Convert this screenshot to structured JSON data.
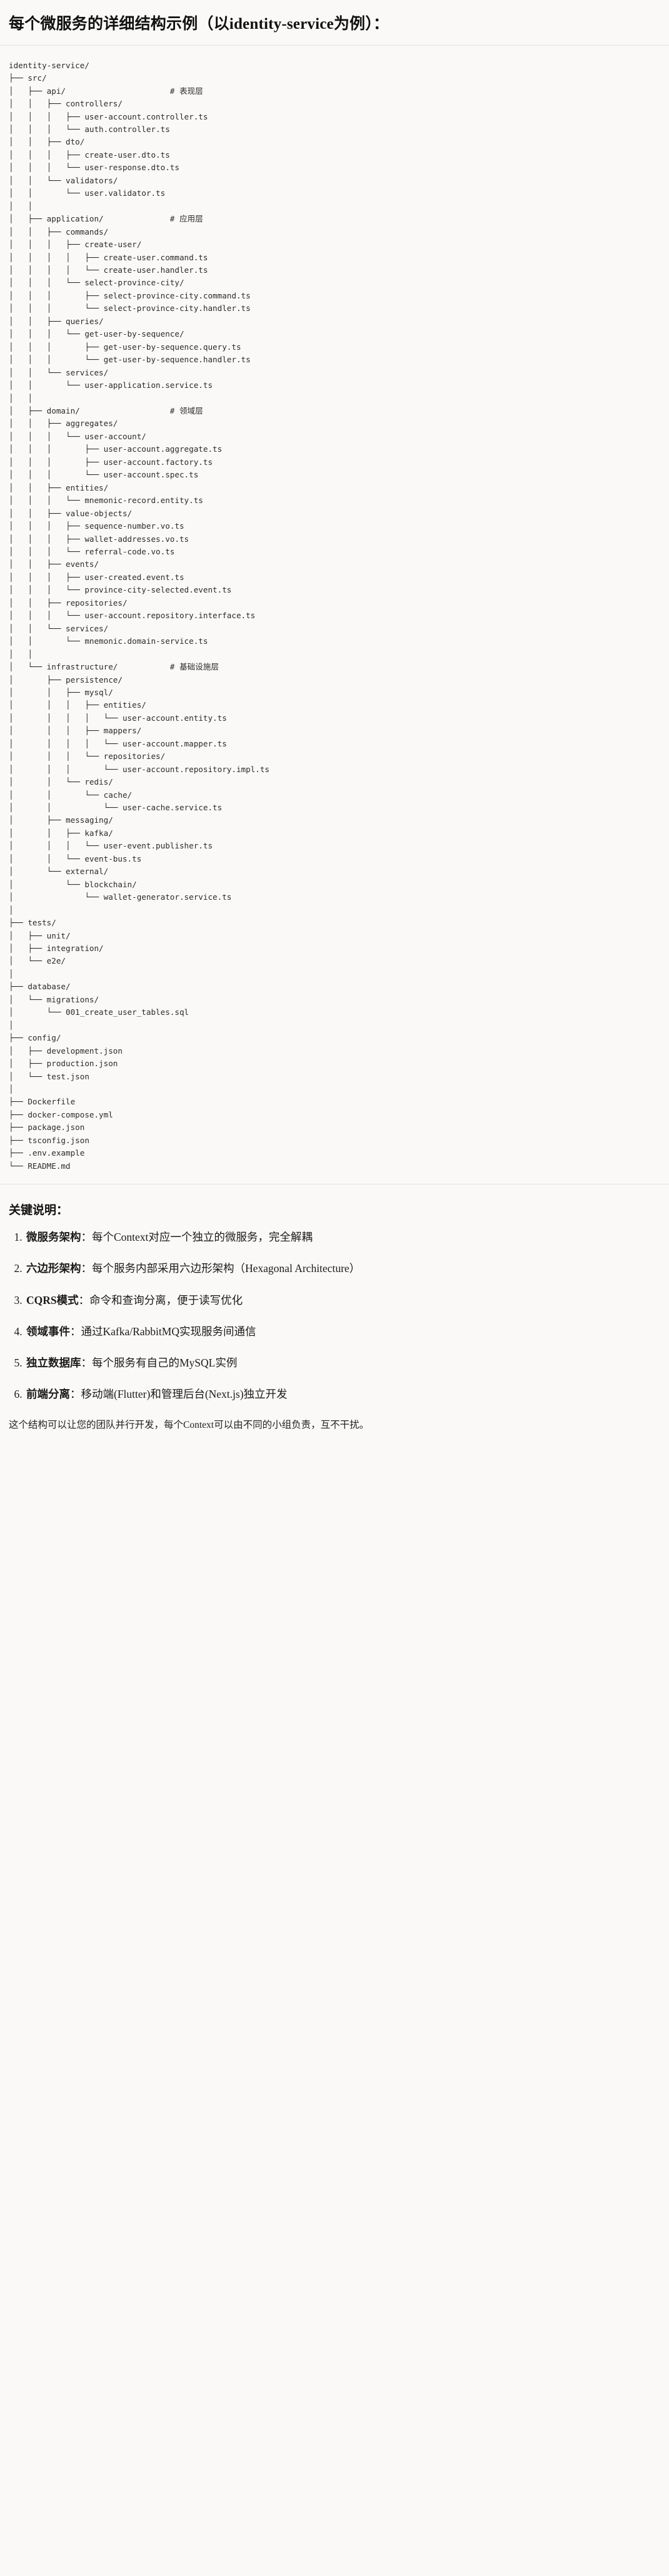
{
  "header": {
    "title": "每个微服务的详细结构示例（以identity-service为例）："
  },
  "tree": {
    "root_label": "identity-service/",
    "text": "identity-service/\n├── src/\n│   ├── api/                      # 表现层\n│   │   ├── controllers/\n│   │   │   ├── user-account.controller.ts\n│   │   │   └── auth.controller.ts\n│   │   ├── dto/\n│   │   │   ├── create-user.dto.ts\n│   │   │   └── user-response.dto.ts\n│   │   └── validators/\n│   │       └── user.validator.ts\n│   │\n│   ├── application/              # 应用层\n│   │   ├── commands/\n│   │   │   ├── create-user/\n│   │   │   │   ├── create-user.command.ts\n│   │   │   │   └── create-user.handler.ts\n│   │   │   └── select-province-city/\n│   │   │       ├── select-province-city.command.ts\n│   │   │       └── select-province-city.handler.ts\n│   │   ├── queries/\n│   │   │   └── get-user-by-sequence/\n│   │   │       ├── get-user-by-sequence.query.ts\n│   │   │       └── get-user-by-sequence.handler.ts\n│   │   └── services/\n│   │       └── user-application.service.ts\n│   │\n│   ├── domain/                   # 领域层\n│   │   ├── aggregates/\n│   │   │   └── user-account/\n│   │   │       ├── user-account.aggregate.ts\n│   │   │       ├── user-account.factory.ts\n│   │   │       └── user-account.spec.ts\n│   │   ├── entities/\n│   │   │   └── mnemonic-record.entity.ts\n│   │   ├── value-objects/\n│   │   │   ├── sequence-number.vo.ts\n│   │   │   ├── wallet-addresses.vo.ts\n│   │   │   └── referral-code.vo.ts\n│   │   ├── events/\n│   │   │   ├── user-created.event.ts\n│   │   │   └── province-city-selected.event.ts\n│   │   ├── repositories/\n│   │   │   └── user-account.repository.interface.ts\n│   │   └── services/\n│   │       └── mnemonic.domain-service.ts\n│   │\n│   └── infrastructure/           # 基础设施层\n│       ├── persistence/\n│       │   ├── mysql/\n│       │   │   ├── entities/\n│       │   │   │   └── user-account.entity.ts\n│       │   │   ├── mappers/\n│       │   │   │   └── user-account.mapper.ts\n│       │   │   └── repositories/\n│       │   │       └── user-account.repository.impl.ts\n│       │   └── redis/\n│       │       └── cache/\n│       │           └── user-cache.service.ts\n│       ├── messaging/\n│       │   ├── kafka/\n│       │   │   └── user-event.publisher.ts\n│       │   └── event-bus.ts\n│       └── external/\n│           └── blockchain/\n│               └── wallet-generator.service.ts\n│\n├── tests/\n│   ├── unit/\n│   ├── integration/\n│   └── e2e/\n│\n├── database/\n│   └── migrations/\n│       └── 001_create_user_tables.sql\n│\n├── config/\n│   ├── development.json\n│   ├── production.json\n│   └── test.json\n│\n├── Dockerfile\n├── docker-compose.yml\n├── package.json\n├── tsconfig.json\n├── .env.example\n└── README.md",
    "layer_comments": [
      "# 表现层",
      "# 应用层",
      "# 领域层",
      "# 基础设施层"
    ]
  },
  "notes": {
    "title": "关键说明：",
    "items": [
      {
        "term": "微服务架构",
        "sep": "：",
        "desc": "每个Context对应一个独立的微服务，完全解耦"
      },
      {
        "term": "六边形架构",
        "sep": "：",
        "desc": "每个服务内部采用六边形架构（Hexagonal Architecture）"
      },
      {
        "term": "CQRS模式",
        "sep": "：",
        "desc": "命令和查询分离，便于读写优化"
      },
      {
        "term": "领域事件",
        "sep": "：",
        "desc": "通过Kafka/RabbitMQ实现服务间通信"
      },
      {
        "term": "独立数据库",
        "sep": "：",
        "desc": "每个服务有自己的MySQL实例"
      },
      {
        "term": "前端分离",
        "sep": "：",
        "desc": "移动端(Flutter)和管理后台(Next.js)独立开发"
      }
    ],
    "footnote": "这个结构可以让您的团队并行开发，每个Context可以由不同的小组负责，互不干扰。"
  },
  "colors": {
    "page_bg": "#faf9f7",
    "text": "#1a1a1a",
    "code_text": "#2b2b2b",
    "rule": "#e3e1dd"
  }
}
